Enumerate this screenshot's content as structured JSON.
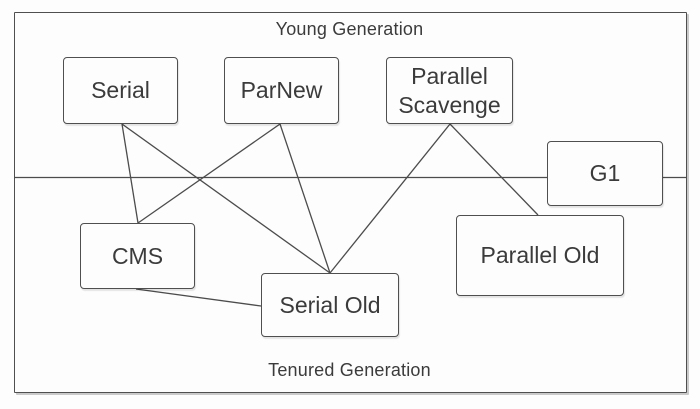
{
  "diagram": {
    "regions": {
      "young": {
        "label": "Young Generation"
      },
      "tenured": {
        "label": "Tenured Generation"
      }
    },
    "nodes": [
      {
        "id": "serial",
        "label": "Serial",
        "generation": "young"
      },
      {
        "id": "parnew",
        "label": "ParNew",
        "generation": "young"
      },
      {
        "id": "parallel-scavenge",
        "label": "Parallel Scavenge",
        "generation": "young"
      },
      {
        "id": "g1",
        "label": "G1",
        "generation": "both"
      },
      {
        "id": "cms",
        "label": "CMS",
        "generation": "tenured"
      },
      {
        "id": "serial-old",
        "label": "Serial Old",
        "generation": "tenured"
      },
      {
        "id": "parallel-old",
        "label": "Parallel Old",
        "generation": "tenured"
      }
    ],
    "edges": [
      {
        "from": "serial",
        "to": "cms"
      },
      {
        "from": "serial",
        "to": "serial-old"
      },
      {
        "from": "parnew",
        "to": "cms"
      },
      {
        "from": "parnew",
        "to": "serial-old"
      },
      {
        "from": "parallel-scavenge",
        "to": "serial-old"
      },
      {
        "from": "parallel-scavenge",
        "to": "parallel-old"
      },
      {
        "from": "cms",
        "to": "serial-old"
      }
    ],
    "colors": {
      "background": "#fdfdfd",
      "border": "#4f4f4f",
      "text": "#3b3b3b",
      "line": "#4c4c4c"
    }
  }
}
